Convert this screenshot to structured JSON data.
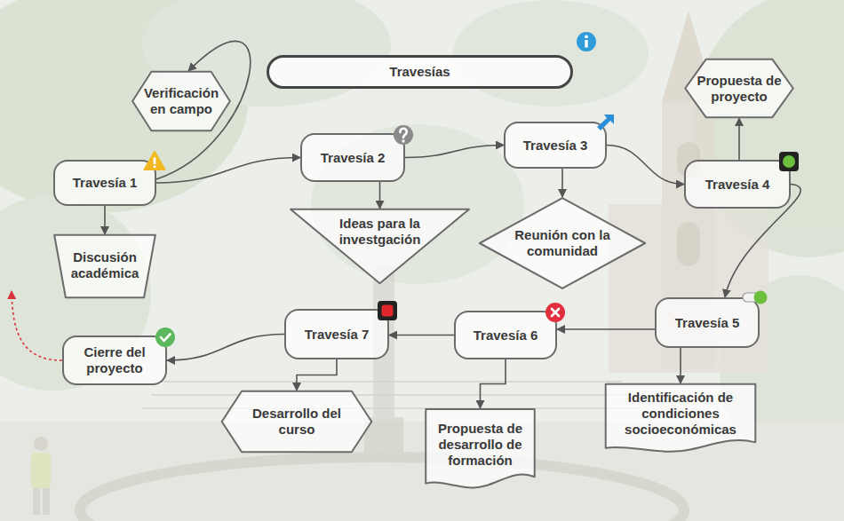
{
  "diagram": {
    "nodes": [
      {
        "text": [
          "Travesías"
        ]
      },
      {
        "text": [
          "Verificación en campo"
        ]
      },
      {
        "text": [
          "Travesía 1"
        ]
      },
      {
        "text": [
          "Travesía 2"
        ]
      },
      {
        "text": [
          "Travesía 3"
        ]
      },
      {
        "text": [
          "Propuesta de proyecto"
        ]
      },
      {
        "text": [
          "Travesía 4"
        ]
      },
      {
        "text": [
          "Discusión académica"
        ]
      },
      {
        "text": [
          "Ideas para la investgación"
        ]
      },
      {
        "text": [
          "Reunión con la comunidad"
        ]
      },
      {
        "text": [
          "Travesía 7"
        ]
      },
      {
        "text": [
          "Travesía 6"
        ]
      },
      {
        "text": [
          "Travesía 5"
        ]
      },
      {
        "text": [
          "Cierre del proyecto"
        ]
      },
      {
        "text": [
          "Desarrollo del curso"
        ]
      },
      {
        "text": [
          "Propuesta de desarrollo de formación"
        ]
      },
      {
        "text": [
          "Identificación de condiciones socioeconómicas"
        ]
      }
    ],
    "edges": [
      {
        "from": 2,
        "to": 1,
        "arrow": "to"
      },
      {
        "from": 2,
        "to": 3,
        "arrow": "to"
      },
      {
        "from": 2,
        "to": 7,
        "arrow": "to"
      },
      {
        "from": 3,
        "to": 8,
        "arrow": "to"
      },
      {
        "from": 3,
        "to": 4,
        "arrow": "to"
      },
      {
        "from": 4,
        "to": 9,
        "arrow": "to"
      },
      {
        "from": 4,
        "to": 6,
        "arrow": "to"
      },
      {
        "from": 6,
        "to": 5,
        "arrow": "to"
      },
      {
        "from": 6,
        "to": 12,
        "arrow": "to"
      },
      {
        "from": 12,
        "to": 11,
        "arrow": "to"
      },
      {
        "from": 12,
        "to": 16,
        "arrow": "to"
      },
      {
        "from": 11,
        "to": 10,
        "arrow": "to"
      },
      {
        "from": 11,
        "to": 15,
        "arrow": "to"
      },
      {
        "from": 10,
        "to": 13,
        "arrow": "to"
      },
      {
        "from": 10,
        "to": 14,
        "arrow": "to"
      }
    ]
  }
}
